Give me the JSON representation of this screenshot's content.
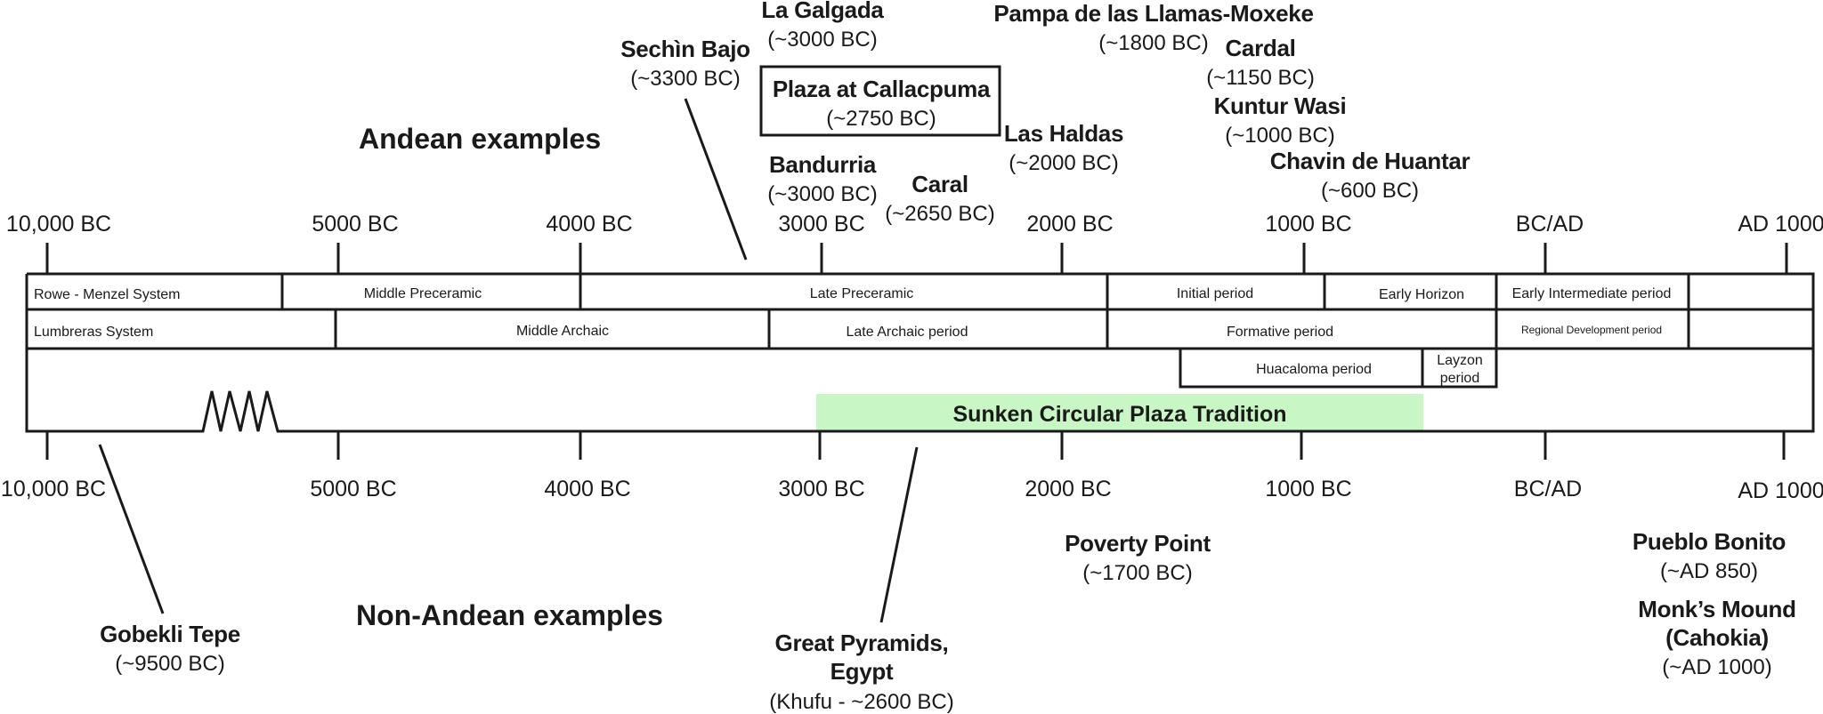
{
  "headings": {
    "andean": "Andean examples",
    "non_andean": "Non-Andean examples"
  },
  "ticks": {
    "bc10000": "10,000 BC",
    "bc5000": "5000 BC",
    "bc4000": "4000 BC",
    "bc3000": "3000 BC",
    "bc2000": "2000 BC",
    "bc1000": "1000 BC",
    "bcad": "BC/AD",
    "ad1000": "AD 1000"
  },
  "rowe": {
    "system": "Rowe - Menzel System",
    "middle_preceramic": "Middle Preceramic",
    "late_preceramic": "Late Preceramic",
    "initial": "Initial period",
    "early_horizon": "Early Horizon",
    "early_intermediate": "Early Intermediate period"
  },
  "lumbreras": {
    "system": "Lumbreras System",
    "middle_archaic": "Middle Archaic",
    "late_archaic": "Late Archaic period",
    "formative": "Formative period",
    "regional_development": "Regional Development period"
  },
  "local": {
    "huacaloma": "Huacaloma period",
    "layzon_1": "Layzon",
    "layzon_2": "period"
  },
  "tradition": {
    "label": "Sunken Circular Plaza Tradition",
    "color": "#c8f7c5"
  },
  "andean_sites": {
    "la_galgada": {
      "name": "La Galgada",
      "date": "(~3000 BC)"
    },
    "sechin_bajo": {
      "name": "Sechìn Bajo",
      "date": "(~3300 BC)"
    },
    "callacpuma": {
      "name": "Plaza at Callacpuma",
      "date": "(~2750 BC)"
    },
    "bandurria": {
      "name": "Bandurria",
      "date": "(~3000 BC)"
    },
    "caral": {
      "name": "Caral",
      "date": "(~2650 BC)"
    },
    "pampa": {
      "name": "Pampa de las Llamas-Moxeke",
      "date": "(~1800 BC)"
    },
    "las_haldas": {
      "name": "Las Haldas",
      "date": "(~2000 BC)"
    },
    "cardal": {
      "name": "Cardal",
      "date": "(~1150 BC)"
    },
    "kuntur_wasi": {
      "name": "Kuntur Wasi",
      "date": "(~1000 BC)"
    },
    "chavin": {
      "name": "Chavin de Huantar",
      "date": "(~600 BC)"
    }
  },
  "non_andean_sites": {
    "gobekli": {
      "name": "Gobekli Tepe",
      "date": "(~9500 BC)"
    },
    "pyramids": {
      "name_1": "Great Pyramids,",
      "name_2": "Egypt",
      "date": "(Khufu - ~2600 BC)"
    },
    "poverty_point": {
      "name": "Poverty Point",
      "date": "(~1700 BC)"
    },
    "pueblo_bonito": {
      "name": "Pueblo Bonito",
      "date": "(~AD 850)"
    },
    "monks_mound": {
      "name_1": "Monk’s Mound",
      "name_2": "(Cahokia)",
      "date": "(~AD 1000)"
    }
  }
}
